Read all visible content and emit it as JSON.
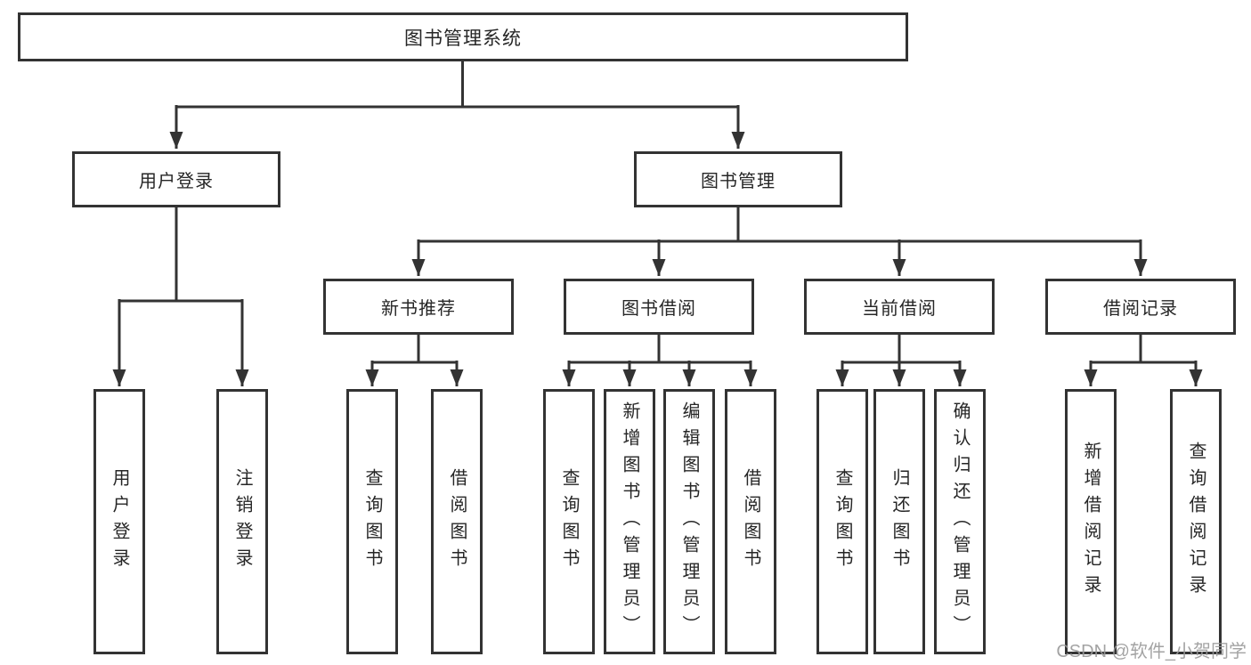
{
  "diagram": {
    "title": "图书管理系统",
    "user_login": {
      "label": "用户登录",
      "children": [
        "用户登录",
        "注销登录"
      ]
    },
    "book_management": {
      "label": "图书管理",
      "modules": [
        {
          "label": "新书推荐",
          "children": [
            "查询图书",
            "借阅图书"
          ]
        },
        {
          "label": "图书借阅",
          "children": [
            "查询图书",
            "新增图书（管理员）",
            "编辑图书（管理员）",
            "借阅图书"
          ]
        },
        {
          "label": "当前借阅",
          "children": [
            "查询图书",
            "归还图书",
            "确认归还（管理员）"
          ]
        },
        {
          "label": "借阅记录",
          "children": [
            "新增借阅记录",
            "查询借阅记录"
          ]
        }
      ]
    }
  },
  "watermark": {
    "text": "CSDN @软件_小贺同学"
  },
  "colors": {
    "line_color": "#333333",
    "text_color": "#262626",
    "bg_color": "#ffffff",
    "watermark_color": "#9a9a9a"
  }
}
